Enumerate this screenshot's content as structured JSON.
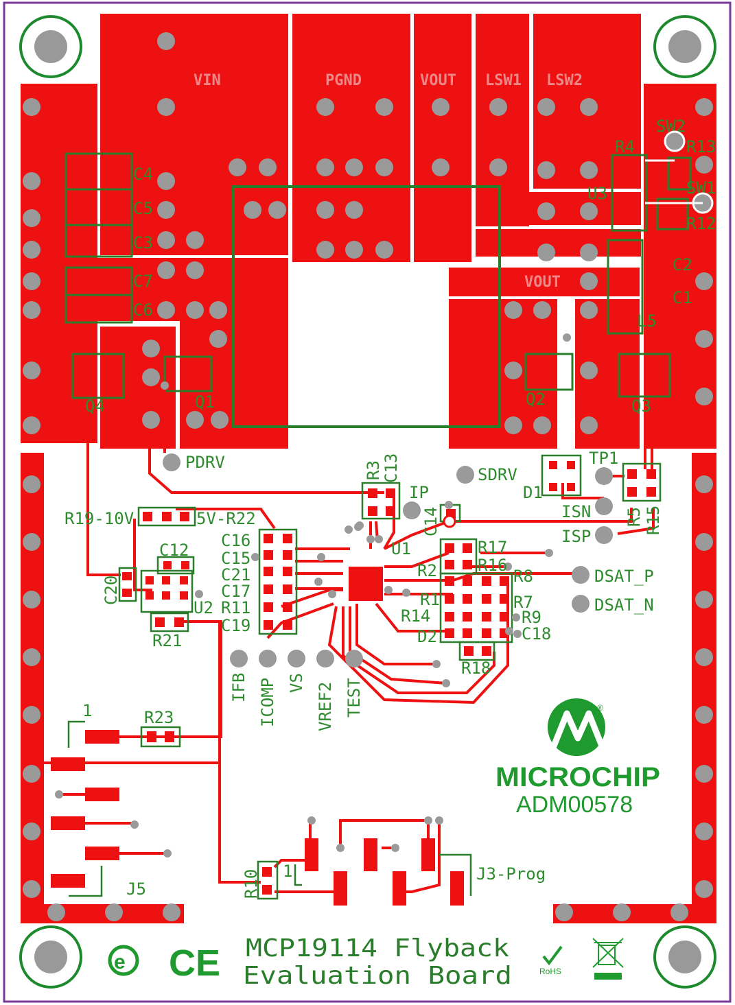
{
  "board": {
    "title_line1": "MCP19114 Flyback",
    "title_line2": "Evaluation Board",
    "logo_text": "MICROCHIP",
    "part_number": "ADM00578",
    "rohs_label": "RoHS",
    "ce_mark": "CE",
    "registered_mark": "®"
  },
  "power_pads": [
    "VIN",
    "PGND",
    "VOUT",
    "LSW1",
    "LSW2",
    "VOUT"
  ],
  "components": {
    "caps_left": [
      "C4",
      "C5",
      "C3",
      "C7",
      "C6"
    ],
    "caps_right": [
      "C2",
      "C1"
    ],
    "switches": [
      "SW2",
      "SW1"
    ],
    "right_parts": [
      "R4",
      "R13",
      "U3",
      "R12",
      "L5"
    ],
    "fets": [
      "Q4",
      "Q1",
      "Q2",
      "Q3"
    ],
    "r3": "R3",
    "c13": "C13",
    "c14": "C14",
    "d1": "D1",
    "tp1": "TP1",
    "r19": "R19-10V",
    "r22": "5V-R22",
    "c12": "C12",
    "c20": "C20",
    "u2": "U2",
    "r21": "R21",
    "u1": "U1",
    "r23": "R23",
    "j5": "J5",
    "r10": "R10",
    "j3": "J3-Prog",
    "pin1": "1",
    "r5": "R5",
    "r15": "R15",
    "left_stack": [
      "C16",
      "C15",
      "C21",
      "C17",
      "R11",
      "C19"
    ],
    "right_grid": [
      "R17",
      "R16",
      "R2",
      "R8",
      "R1",
      "R7",
      "R14",
      "R9",
      "D2",
      "C18",
      "R18"
    ]
  },
  "test_points": {
    "pdrv": "PDRV",
    "sdrv": "SDRV",
    "ip": "IP",
    "isn": "ISN",
    "isp": "ISP",
    "dsat_p": "DSAT_P",
    "dsat_n": "DSAT_N"
  },
  "bottom_tps": [
    "IFB",
    "ICOMP",
    "VS",
    "VREF2",
    "TEST"
  ],
  "colors": {
    "copper": "#ee1111",
    "silkscreen": "#2e8b2e",
    "via": "#9a9a9a",
    "board_outline": "#7a3a9a",
    "logo": "#1f9a2e"
  }
}
